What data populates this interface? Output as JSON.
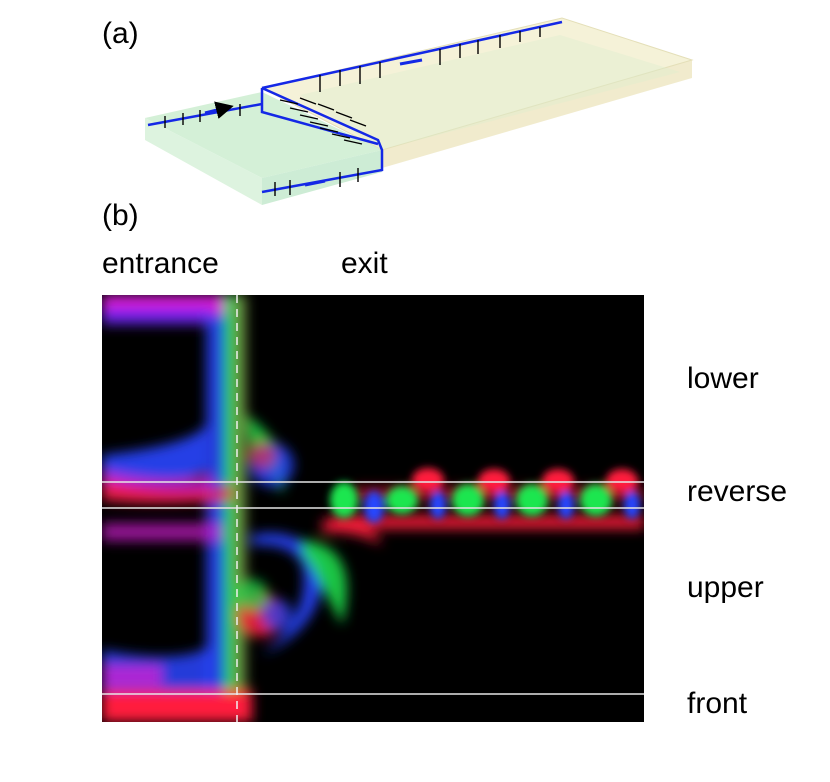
{
  "figure": {
    "panel_a": {
      "label": "(a)"
    },
    "panel_b": {
      "label": "(b)",
      "top_labels": {
        "entrance": "entrance",
        "exit": "exit"
      },
      "side_labels": {
        "lower": "lower",
        "reverse": "reverse",
        "upper": "upper",
        "front": "front"
      }
    }
  },
  "colors": {
    "edge_blue": "#1428e6",
    "slab_green": "#cfeed3",
    "slab_yellow": "#f4f1d4",
    "field_red": "#ff1e3c",
    "field_green": "#1ee650",
    "field_blue": "#2846ff",
    "field_magenta": "#d21ed2",
    "guide_line": "#e6e6e6"
  }
}
